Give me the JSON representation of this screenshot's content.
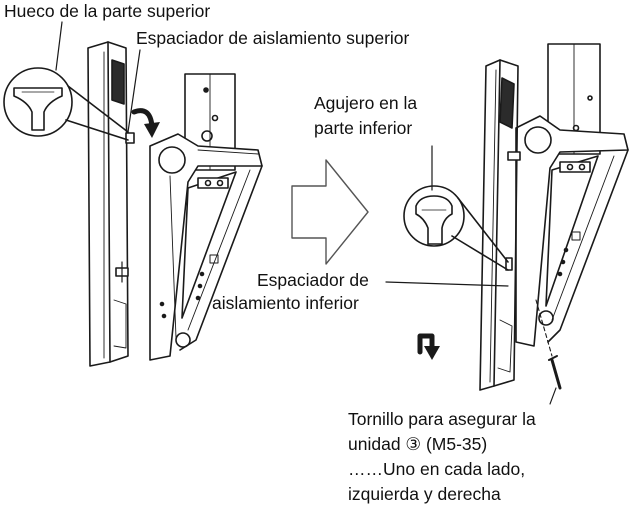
{
  "labels": {
    "upper_hollow": "Hueco de la parte superior",
    "upper_spacer": "Espaciador de aislamiento superior",
    "lower_hole_line1": "Agujero en la",
    "lower_hole_line2": "parte inferior",
    "lower_spacer_line1": "Espaciador de",
    "lower_spacer_line2": "aislamiento inferior",
    "screw_line1": "Tornillo para asegurar la",
    "screw_line2": "unidad ③ (M5-35)",
    "screw_line3": "……Uno en cada lado,",
    "screw_line4": "izquierda y derecha"
  },
  "icons": {
    "step_arrow": "hollow-right-arrow-icon",
    "rotate_arrow_top": "curved-arrow-down-icon",
    "rotate_arrow_bottom": "curved-arrow-down-icon"
  },
  "colors": {
    "line": "#1a1a1a",
    "fill_dark": "#2b2b2b",
    "background": "#ffffff"
  }
}
